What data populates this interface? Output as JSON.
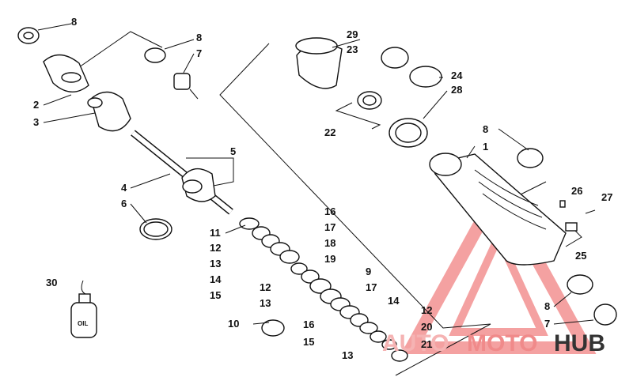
{
  "labels": {
    "l1": "1",
    "l2": "2",
    "l3": "3",
    "l4": "4",
    "l5": "5",
    "l6": "6",
    "l7a": "7",
    "l7b": "7",
    "l8a": "8",
    "l8b": "8",
    "l8c": "8",
    "l8d": "8",
    "l9": "9",
    "l10": "10",
    "l11": "11",
    "l12a": "12",
    "l12b": "12",
    "l12c": "12",
    "l13a": "13",
    "l13b": "13",
    "l13c": "13",
    "l14a": "14",
    "l14b": "14",
    "l15a": "15",
    "l15b": "15",
    "l16a": "16",
    "l16b": "16",
    "l17a": "17",
    "l17b": "17",
    "l18": "18",
    "l19": "19",
    "l20": "20",
    "l21": "21",
    "l22": "22",
    "l23": "23",
    "l24": "24",
    "l25": "25",
    "l26": "26",
    "l27": "27",
    "l28": "28",
    "l29": "29",
    "l30": "30"
  },
  "bottle_label": "OIL",
  "watermark": {
    "part1": "AUTO",
    "part2": "MOTO",
    "part3": "HUB"
  },
  "colors": {
    "accent": "#e53935",
    "dark": "#333333"
  }
}
